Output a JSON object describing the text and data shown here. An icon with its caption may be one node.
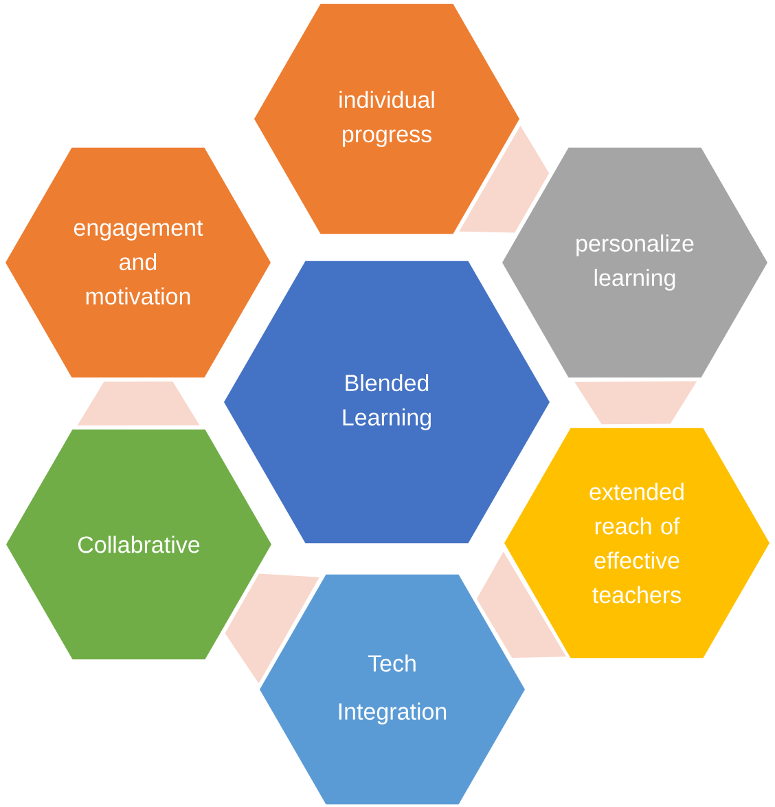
{
  "diagram": {
    "nodes": [
      {
        "text": [
          "Blended Learning"
        ]
      },
      {
        "text": [
          "individual progress"
        ]
      },
      {
        "text": [
          "personalize learning"
        ]
      },
      {
        "text": [
          "extended reach of effective teachers"
        ]
      },
      {
        "text": [
          "Tech Integration"
        ]
      },
      {
        "text": [
          "Collabrative"
        ]
      },
      {
        "text": [
          "engagement and motivation"
        ]
      }
    ],
    "edges": [
      {
        "from": 1,
        "to": 2,
        "arrow": "none"
      },
      {
        "from": 2,
        "to": 3,
        "arrow": "none"
      },
      {
        "from": 3,
        "to": 4,
        "arrow": "none"
      },
      {
        "from": 4,
        "to": 5,
        "arrow": "none"
      },
      {
        "from": 5,
        "to": 6,
        "arrow": "none"
      }
    ]
  }
}
